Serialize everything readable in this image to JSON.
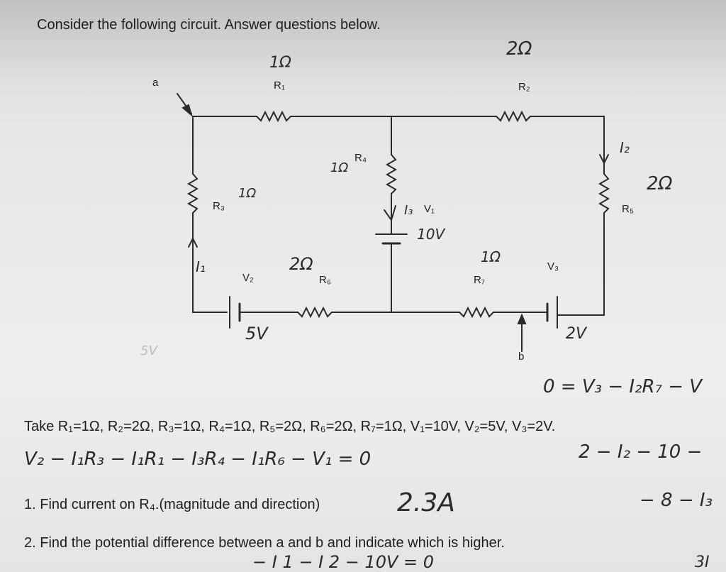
{
  "header": {
    "instruction": "Consider the following circuit. Answer questions below."
  },
  "circuit": {
    "labels": {
      "a": "a",
      "b": "b",
      "R1": "R₁",
      "R2": "R₂",
      "R3": "R₃",
      "R4": "R₄",
      "R5": "R₅",
      "R6": "R₆",
      "R7": "R₇",
      "V1": "V₁",
      "V2": "V₂",
      "V3": "V₃"
    },
    "handwritten": {
      "r1_value": "1Ω",
      "r2_value": "2Ω",
      "r3_value": "1Ω",
      "r4_value": "1Ω",
      "r5_value": "2Ω",
      "r6_value": "2Ω",
      "r7_value": "1Ω",
      "v1_value": "10V",
      "v2_value": "5V",
      "v3_value": "2V",
      "i1": "I₁",
      "i2": "I₂",
      "i3": "I₃",
      "faint_5v": "5V"
    }
  },
  "given": {
    "text": "Take R₁=1Ω, R₂=2Ω, R₃=1Ω, R₄=1Ω, R₅=2Ω, R₆=2Ω, R₇=1Ω, V₁=10V, V₂=5V, V₃=2V."
  },
  "notes": {
    "eq_right": "0 = V₃ − I₂R₇ − V",
    "eq_main": "V₂ − I₁R₃ − I₁R₁ − I₃R₄ − I₁R₆ − V₁ = 0",
    "right_1": "2 − I₂ − 10 −",
    "answer_1": "2.3A",
    "right_2": "− 8 − I₃",
    "bottom_eq": "− I 1 − I 2 − 10V = 0",
    "corner": "3I"
  },
  "questions": [
    {
      "text": "1. Find current on R₄.(magnitude and direction)"
    },
    {
      "text": "2. Find the potential difference between a and b and indicate which is higher."
    }
  ]
}
